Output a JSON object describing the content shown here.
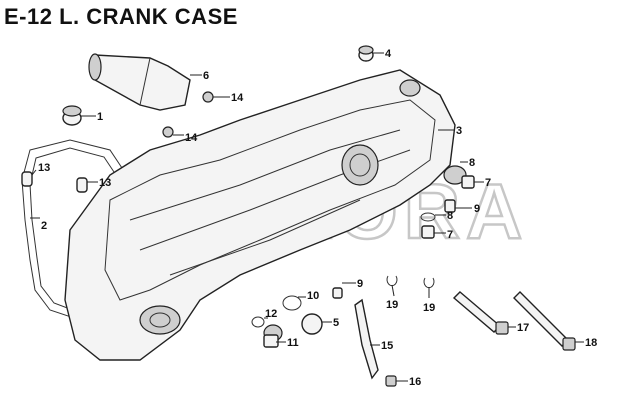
{
  "title": "E-12 L. CRANK CASE",
  "watermark": "SOKORA",
  "callouts": {
    "c1": "1",
    "c2": "2",
    "c3": "3",
    "c4": "4",
    "c5": "5",
    "c6": "6",
    "c7a": "7",
    "c7b": "7",
    "c8a": "8",
    "c8b": "8",
    "c9a": "9",
    "c9b": "9",
    "c10": "10",
    "c11": "11",
    "c12": "12",
    "c13a": "13",
    "c13b": "13",
    "c14a": "14",
    "c14b": "14",
    "c15": "15",
    "c16": "16",
    "c17": "17",
    "c18": "18",
    "c19a": "19",
    "c19b": "19"
  }
}
